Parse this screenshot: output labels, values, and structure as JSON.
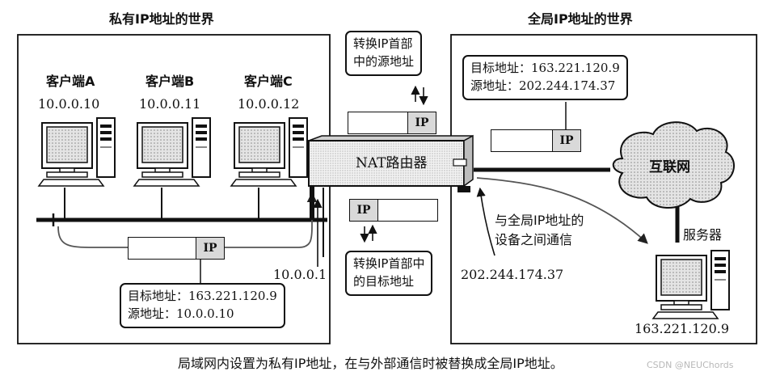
{
  "private_area": {
    "title": "私有IP地址的世界",
    "clients": [
      {
        "name": "客户端A",
        "ip": "10.0.0.10"
      },
      {
        "name": "客户端B",
        "ip": "10.0.0.11"
      },
      {
        "name": "客户端C",
        "ip": "10.0.0.12"
      }
    ],
    "gateway_ip": "10.0.0.1",
    "packet_label": "IP",
    "packet_note": {
      "dst": "目标地址：163.221.120.9",
      "src": "源地址：10.0.0.10"
    }
  },
  "global_area": {
    "title": "全局IP地址的世界",
    "packet_label": "IP",
    "packet_note": {
      "dst": "目标地址：163.221.120.9",
      "src": "源地址：202.244.174.37"
    },
    "internet_label": "互联网",
    "server_label": "服务器",
    "server_ip": "163.221.120.9",
    "router_global_ip": "202.244.174.37",
    "comm_note": [
      "与全局IP地址的",
      "设备之间通信"
    ]
  },
  "router": {
    "label": "NAT路由器",
    "src_note": [
      "转换IP首部",
      "中的源地址"
    ],
    "dst_note": [
      "转换IP首部中",
      "的目标地址"
    ],
    "top_packet_label": "IP",
    "bottom_packet_label": "IP"
  },
  "caption": "局域网内设置为私有IP地址，在与外部通信时被替换成全局IP地址。",
  "watermark": "CSDN @NEUChords"
}
